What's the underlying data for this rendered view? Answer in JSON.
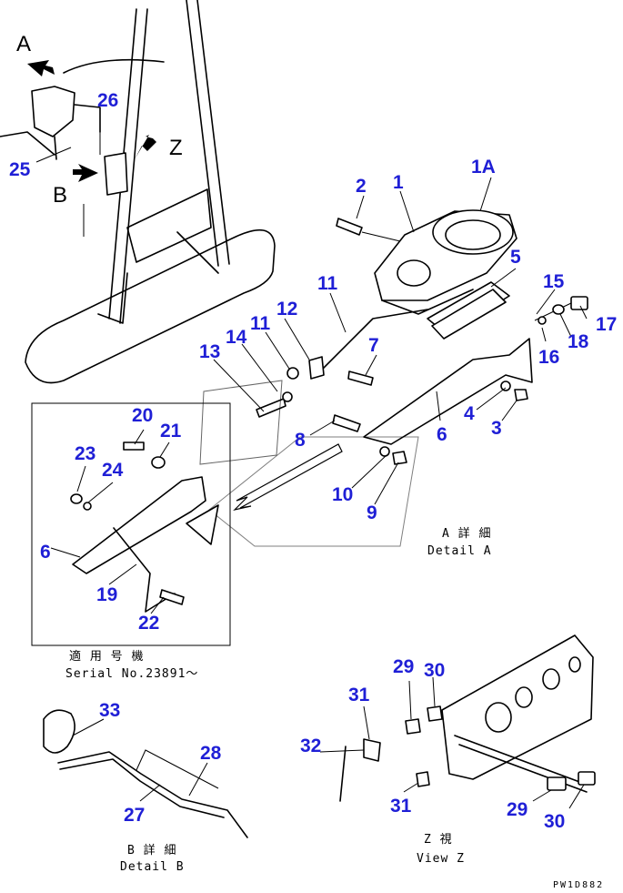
{
  "view_letters": {
    "a": "A",
    "b": "B",
    "z": "Z"
  },
  "callouts": {
    "n1": "1",
    "n1a": "1A",
    "n2": "2",
    "n3": "3",
    "n4": "4",
    "n5": "5",
    "n6a": "6",
    "n6b": "6",
    "n7": "7",
    "n8": "8",
    "n9": "9",
    "n10": "10",
    "n11a": "11",
    "n11b": "11",
    "n12": "12",
    "n13": "13",
    "n14": "14",
    "n15": "15",
    "n16": "16",
    "n17": "17",
    "n18": "18",
    "n19": "19",
    "n20": "20",
    "n21": "21",
    "n22": "22",
    "n23": "23",
    "n24": "24",
    "n25": "25",
    "n26": "26",
    "n27": "27",
    "n28": "28",
    "n29a": "29",
    "n29b": "29",
    "n30a": "30",
    "n30b": "30",
    "n31a": "31",
    "n31b": "31",
    "n32": "32",
    "n33": "33"
  },
  "captions": {
    "detail_a_jp": "A 詳 細",
    "detail_a_en": "Detail A",
    "serial_jp": "適 用 号 機",
    "serial_en": "Serial No.23891～",
    "detail_b_jp": "B 詳 細",
    "detail_b_en": "Detail B",
    "view_z_jp": "Z  視",
    "view_z_en": "View Z"
  },
  "drawing_code": "PW1D882"
}
